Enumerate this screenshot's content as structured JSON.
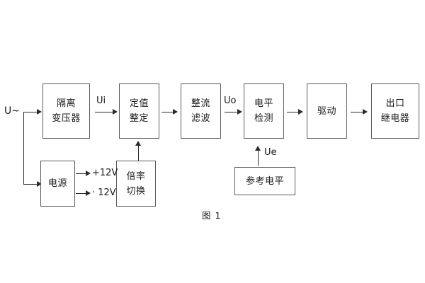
{
  "figure": {
    "caption": "图 1",
    "input_label": "U~",
    "blocks": [
      {
        "id": "isolation-transformer",
        "lines": [
          "隔离",
          "变压器"
        ]
      },
      {
        "id": "setting-value",
        "lines": [
          "定值",
          "整定"
        ]
      },
      {
        "id": "rectify-filter",
        "lines": [
          "整流",
          "滤波"
        ]
      },
      {
        "id": "level-detect",
        "lines": [
          "电平",
          "检测"
        ]
      },
      {
        "id": "drive",
        "lines": [
          "驱动"
        ]
      },
      {
        "id": "output-relay",
        "lines": [
          "出口",
          "继电器"
        ]
      },
      {
        "id": "power-supply",
        "lines": [
          "电源"
        ]
      },
      {
        "id": "multiplier-switch",
        "lines": [
          "倍率",
          "切换"
        ]
      },
      {
        "id": "reference-level",
        "lines": [
          "参考电平"
        ]
      }
    ],
    "signals": {
      "ui": "Ui",
      "uo": "Uo",
      "ue": "Ue",
      "rail_positive": "+12V",
      "rail_negative": "· 12V"
    },
    "colors": {
      "background": "#ffffff",
      "block_border": "#5a5a5a",
      "connector": "#2b2b2b",
      "text": "#1a1a1a"
    }
  }
}
